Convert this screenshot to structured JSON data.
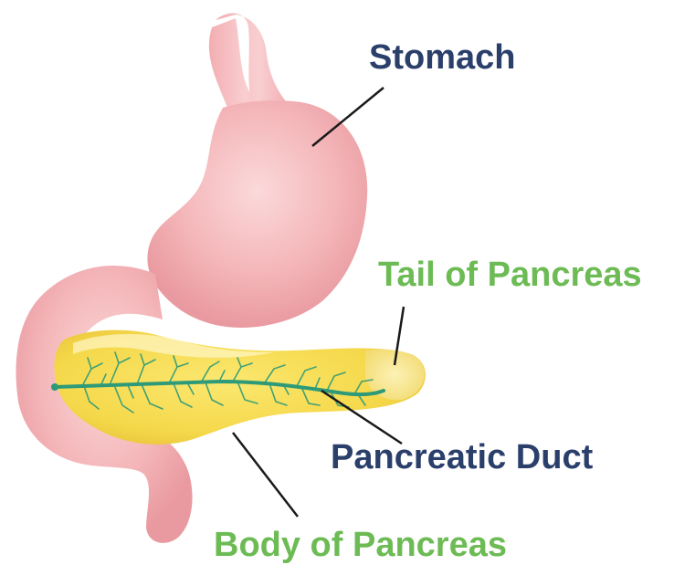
{
  "labels": {
    "stomach": "Stomach",
    "tail_of_pancreas": "Tail of Pancreas",
    "pancreatic_duct": "Pancreatic Duct",
    "body_of_pancreas": "Body of Pancreas"
  },
  "colors": {
    "stomach_fill": "#f4b6b9",
    "stomach_highlight": "#fbd9da",
    "pancreas_fill": "#f5d84a",
    "pancreas_edge": "#e8c23a",
    "duct": "#2e9a78",
    "label_dark": "#2b3f6b",
    "label_green": "#6dbb55",
    "leader_line": "#1a1a1a"
  }
}
